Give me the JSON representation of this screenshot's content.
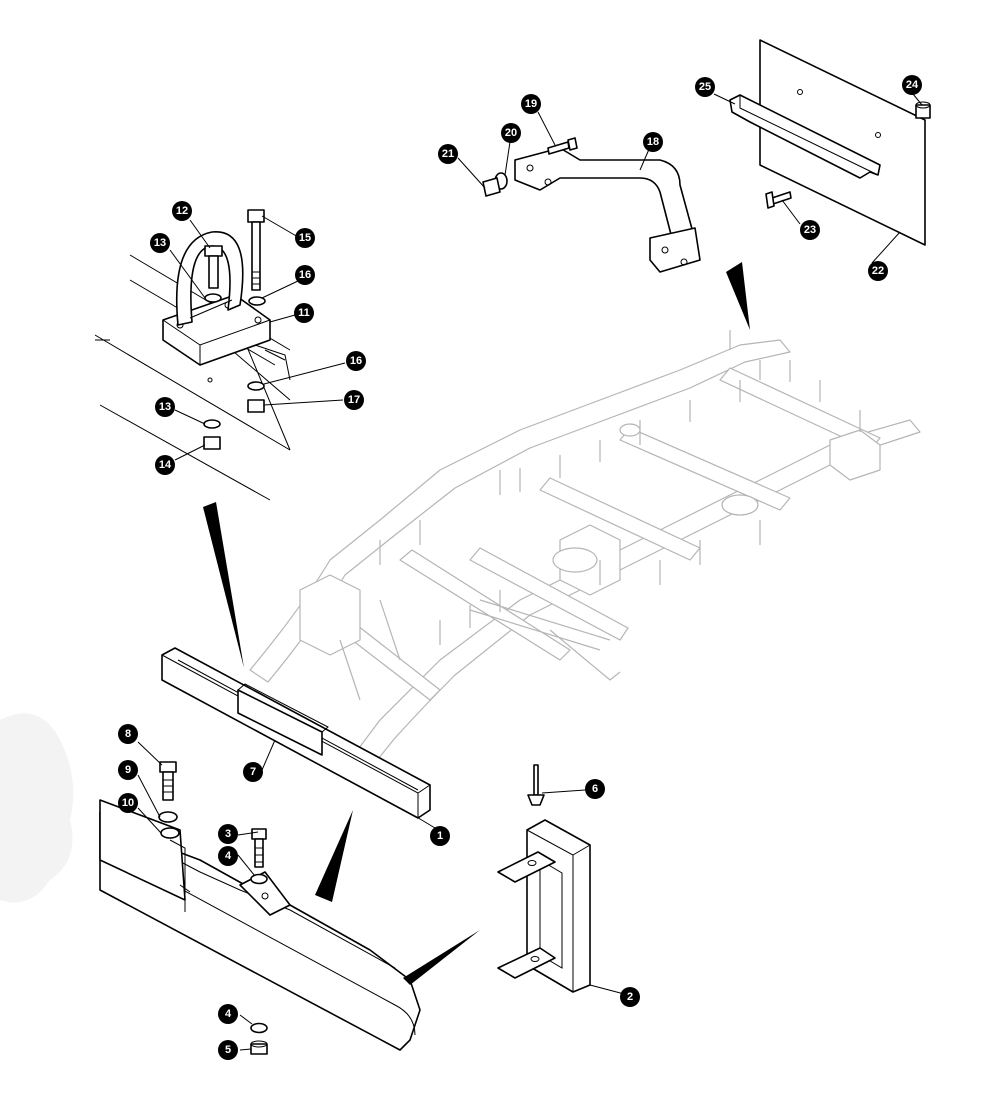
{
  "callouts": {
    "c1": "1",
    "c2": "2",
    "c3": "3",
    "c4a": "4",
    "c4b": "4",
    "c5": "5",
    "c6": "6",
    "c7": "7",
    "c8": "8",
    "c9": "9",
    "c10": "10",
    "c11": "11",
    "c12": "12",
    "c13a": "13",
    "c13b": "13",
    "c14": "14",
    "c15": "15",
    "c16a": "16",
    "c16b": "16",
    "c17": "17",
    "c18": "18",
    "c19": "19",
    "c20": "20",
    "c21": "21",
    "c22": "22",
    "c23": "23",
    "c24": "24",
    "c25": "25"
  },
  "colors": {
    "ink": "#000000",
    "ghost_chassis": "#b5b5b5",
    "background": "#ffffff",
    "faint_blob": "#f3f3f3"
  }
}
